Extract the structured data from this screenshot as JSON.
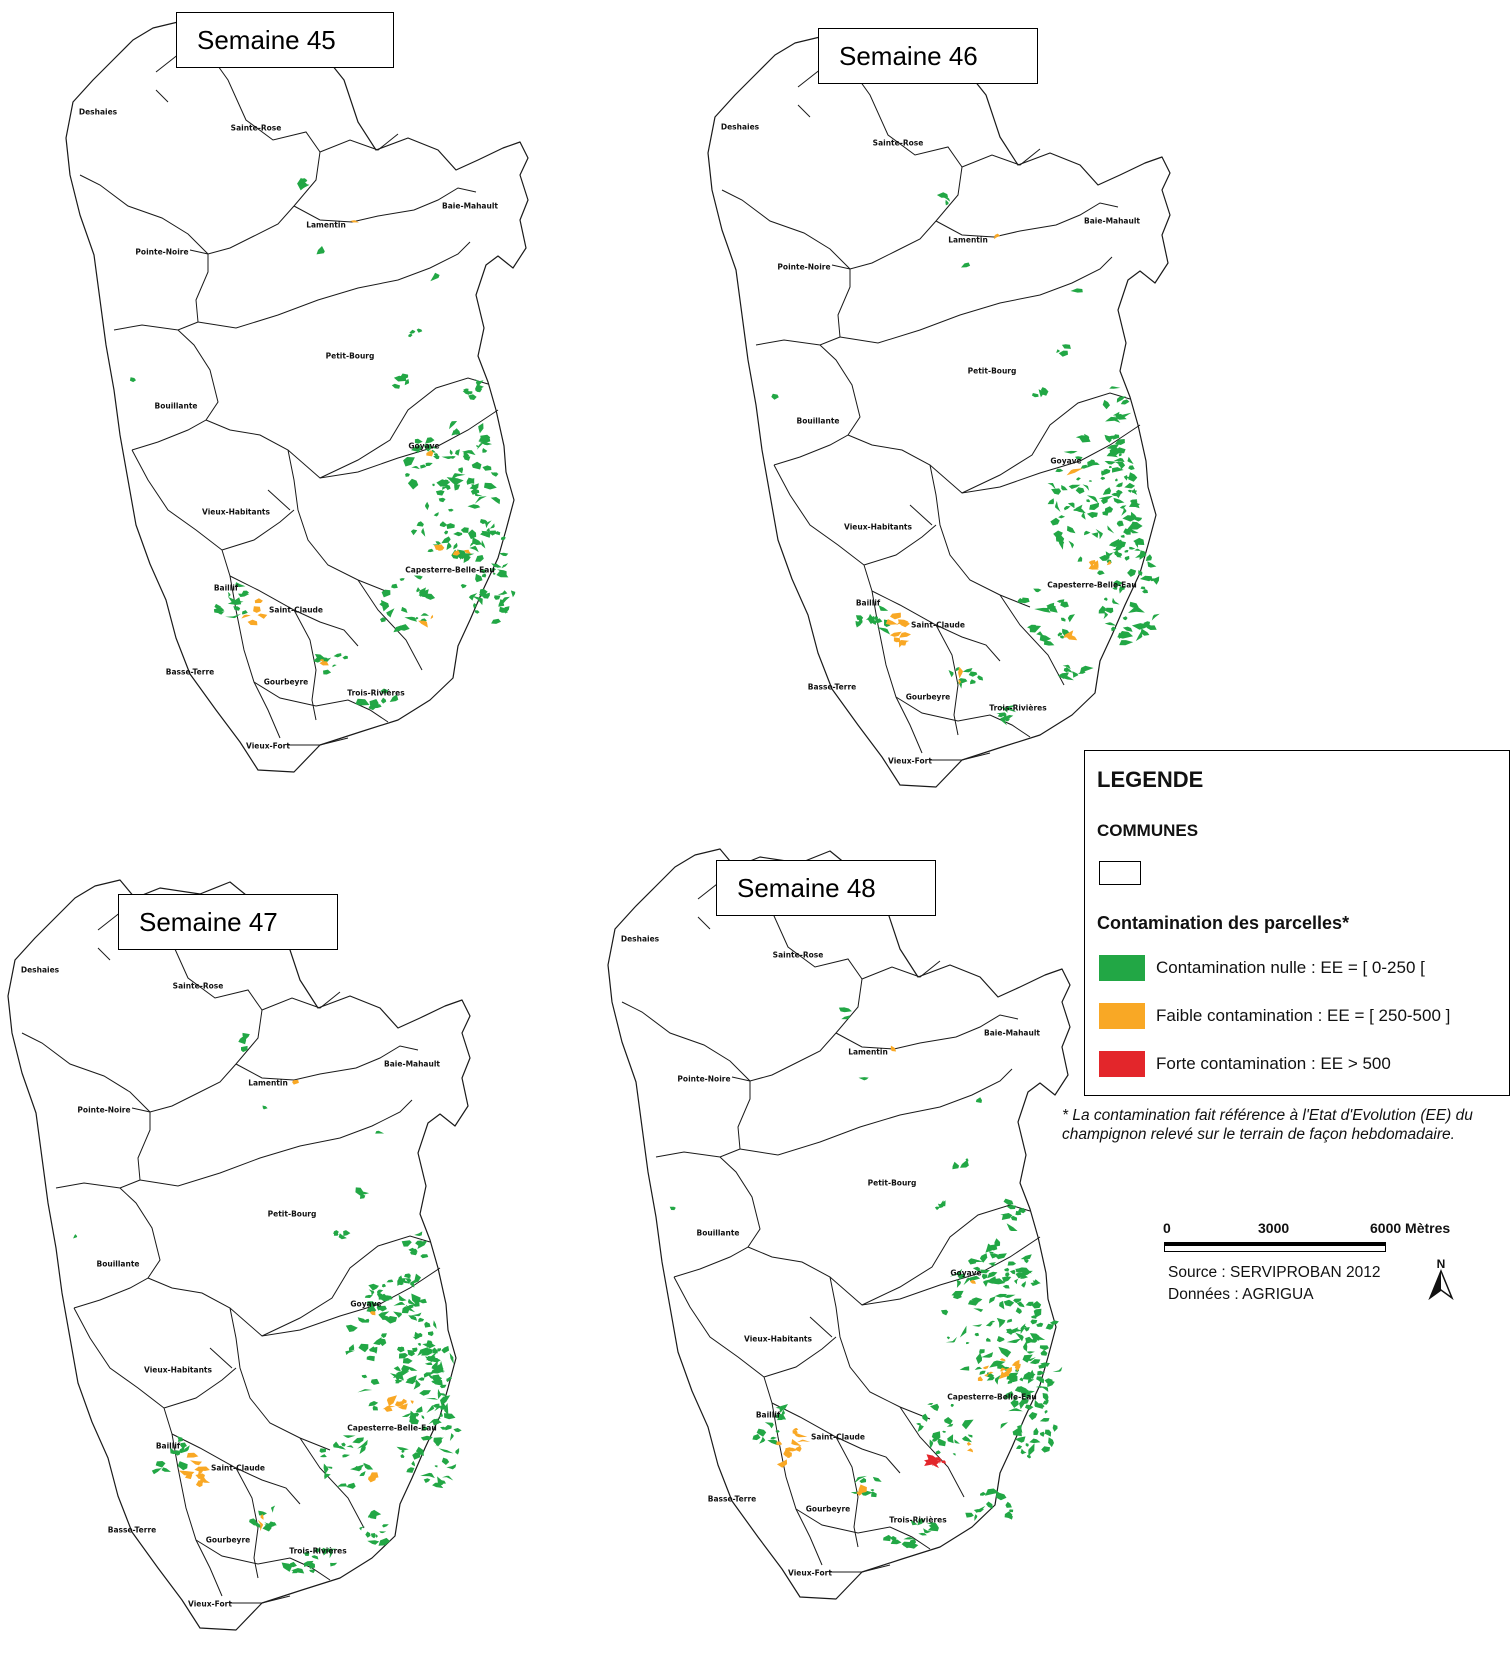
{
  "maps": [
    {
      "id": "w45",
      "title": "Semaine 45"
    },
    {
      "id": "w46",
      "title": "Semaine 46"
    },
    {
      "id": "w47",
      "title": "Semaine 47"
    },
    {
      "id": "w48",
      "title": "Semaine 48"
    }
  ],
  "communes": {
    "deshaies": "Deshaies",
    "sainte_rose": "Sainte-Rose",
    "lamentin": "Lamentin",
    "baie_mahault": "Baie-Mahault",
    "pointe_noire": "Pointe-Noire",
    "petit_bourg": "Petit-Bourg",
    "bouillante": "Bouillante",
    "goyave": "Goyave",
    "vieux_habitants": "Vieux-Habitants",
    "capesterre": "Capesterre-Belle-Eau",
    "baillif": "Baillif",
    "saint_claude": "Saint-Claude",
    "basse_terre": "Basse-Terre",
    "gourbeyre": "Gourbeyre",
    "trois_rivieres": "Trois-Rivières",
    "vieux_fort": "Vieux-Fort"
  },
  "legend": {
    "title": "LEGENDE",
    "communes_heading": "COMMUNES",
    "contamination_heading": "Contamination des parcelles*",
    "items": [
      {
        "label": "Contamination nulle : EE = [ 0-250 [",
        "color": "#22a745"
      },
      {
        "label": "Faible contamination : EE = [ 250-500 ]",
        "color": "#f9a825"
      },
      {
        "label": "Forte contamination : EE > 500",
        "color": "#e3262b"
      }
    ]
  },
  "footnote": "* La contamination fait référence à l'Etat d'Evolution (EE) du champignon relevé sur le terrain de façon hebdomadaire.",
  "scale": {
    "labels": [
      "0",
      "3000",
      "6000 Mètres"
    ]
  },
  "source": {
    "line1": "Source : SERVIPROBAN 2012",
    "line2": "Données : AGRIGUA"
  },
  "north_label": "N",
  "colors": {
    "green": "#22a745",
    "orange": "#f9a825",
    "red": "#e3262b",
    "boundary": "#1a1a1a"
  }
}
